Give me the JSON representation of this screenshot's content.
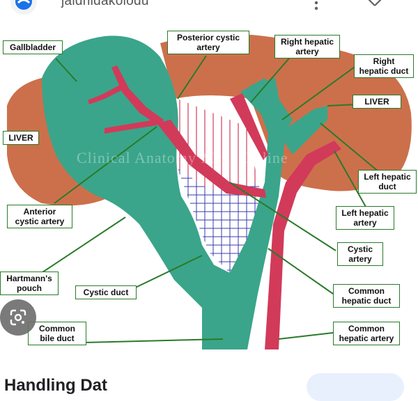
{
  "header": {
    "site_name": "jaldhidakolodu",
    "icons": [
      "site-logo-icon",
      "more-vert-icon",
      "close-icon"
    ]
  },
  "figure": {
    "watermark": "Clinical Anatomy Mcqs Online",
    "labels": {
      "gallbladder": "Gallbladder",
      "posterior_cystic_artery": "Posterior cystic\nartery",
      "right_hepatic_artery": "Right hepatic\nartery",
      "right_hepatic_duct": "Right\nhepatic duct",
      "liver_right": "LIVER",
      "liver_left": "LIVER",
      "left_hepatic_duct": "Left hepatic\nduct",
      "left_hepatic_artery": "Left hepatic\nartery",
      "anterior_cystic_artery": "Anterior\ncystic artery",
      "cystic_artery": "Cystic\nartery",
      "hartmanns_pouch": "Hartmann's\npouch",
      "cystic_duct": "Cystic duct",
      "common_hepatic_duct": "Common\nhepatic duct",
      "common_bile_duct": "Common\nbile duct",
      "common_hepatic_artery": "Common\nhepatic artery"
    }
  },
  "colors": {
    "liver": "#c8643c",
    "duct": "#3aa58a",
    "artery": "#d23a5a",
    "grid": "#3a3ab0",
    "label_border": "#2a7a2a"
  },
  "overlay": {
    "lens_icon": "google-lens-icon"
  },
  "footer": {
    "title": "Handling Dat"
  }
}
